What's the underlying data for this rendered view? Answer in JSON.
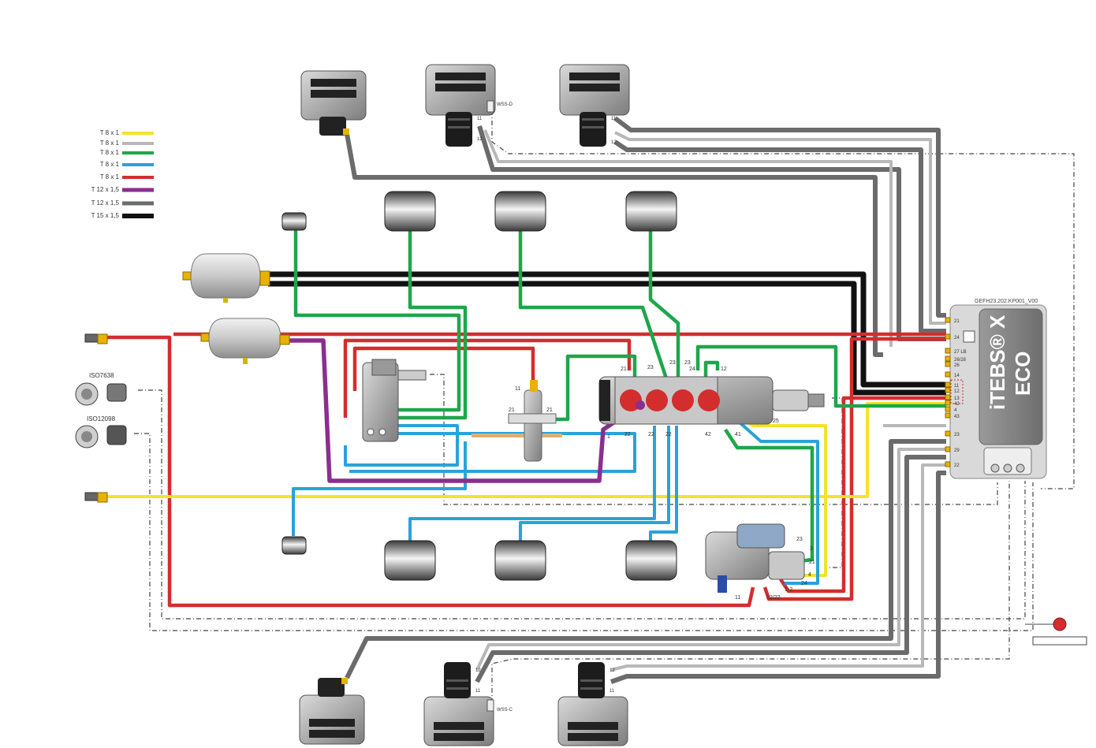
{
  "colors": {
    "yellow": "#f4e32a",
    "light_grey": "#b8b8b8",
    "green": "#1ea64a",
    "blue": "#29a3d8",
    "red": "#d42d2d",
    "purple": "#8b2e8f",
    "dark_grey": "#6b6b6b",
    "black": "#111111"
  },
  "legend": [
    {
      "label": "T 8 x 1",
      "color": "#f4e32a"
    },
    {
      "label": "T 8 x 1",
      "color": "#b8b8b8"
    },
    {
      "label": "T 8 x 1",
      "color": "#1ea64a"
    },
    {
      "label": "T 8 x 1",
      "color": "#29a3d8"
    },
    {
      "label": "T 8 x 1",
      "color": "#d42d2d"
    },
    {
      "label": "T 12 x 1,5",
      "color": "#8b2e8f"
    },
    {
      "label": "T 12 x 1,5",
      "color": "#6b6b6b"
    },
    {
      "label": "T 15 x 1,5",
      "color": "#111111"
    }
  ],
  "ecu": {
    "title_1": "iTEBS® X",
    "title_2": "ECO",
    "code": "GEFH23.202.KP001_V00",
    "ports": [
      "21",
      "24",
      "27 LB",
      "26/28",
      "26",
      "14",
      "11",
      "12",
      "13",
      "42",
      "4",
      "43",
      "23",
      "29",
      "22"
    ]
  },
  "connectors": {
    "iso_top": "ISO7638",
    "iso_bottom": "ISO12098"
  },
  "sensors": {
    "wss_d": "WSS-D",
    "wss_c": "WSS-C"
  },
  "port_labels": {
    "ebs_21a": "21",
    "ebs_23a": "23",
    "ebs_23b": "23",
    "ebs_23c": "23",
    "ebs_24": "24",
    "ebs_12": "12",
    "ebs_1": "1",
    "ebs_22a": "22",
    "ebs_22b": "22",
    "ebs_22c": "22",
    "ebs_42": "42",
    "ebs_41": "41",
    "ebs_25": "25",
    "relay_11": "11",
    "relay_21a": "21",
    "relay_21b": "21",
    "valve_23": "23",
    "valve_3": "3",
    "valve_21": "21",
    "valve_4": "4",
    "valve_24": "24",
    "valve_12": "1-2",
    "valve_11": "11",
    "valve_1222": "12/22",
    "chamber_11a": "11",
    "chamber_12a": "12",
    "chamber_11b": "11",
    "chamber_12b": "12",
    "chamber_12c": "12",
    "chamber_11c": "11",
    "chamber_12d": "12",
    "chamber_11d": "11"
  }
}
